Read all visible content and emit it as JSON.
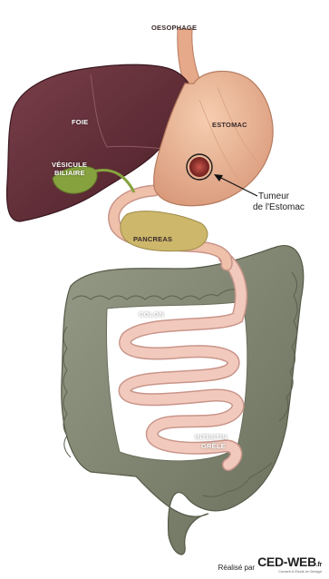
{
  "labels": {
    "oesophage": "OESOPHAGE",
    "foie": "FOIE",
    "vesicule_line1": "VÉSICULE",
    "vesicule_line2": "BILIAIRE",
    "estomac": "ESTOMAC",
    "pancreas": "PANCREAS",
    "colon": "COLON",
    "intestin_line1": "INTESTIN",
    "intestin_line2": "GRÊLE"
  },
  "callout": {
    "line1": "Tumeur",
    "line2": "de l'Estomac"
  },
  "credit": {
    "prefix": "Réalisé par",
    "brand": "CED-WEB",
    "brand_suffix": ".fr",
    "tagline": "Conseil & Etude en Design"
  },
  "colors": {
    "liver": "#5a2a33",
    "stomach": "#e9ad8c",
    "gallbladder": "#7f9a3a",
    "pancreas": "#c9b46a",
    "colon": "#7f8470",
    "small_intestine": "#efc3b6",
    "tumor": "#8a2e2a"
  }
}
